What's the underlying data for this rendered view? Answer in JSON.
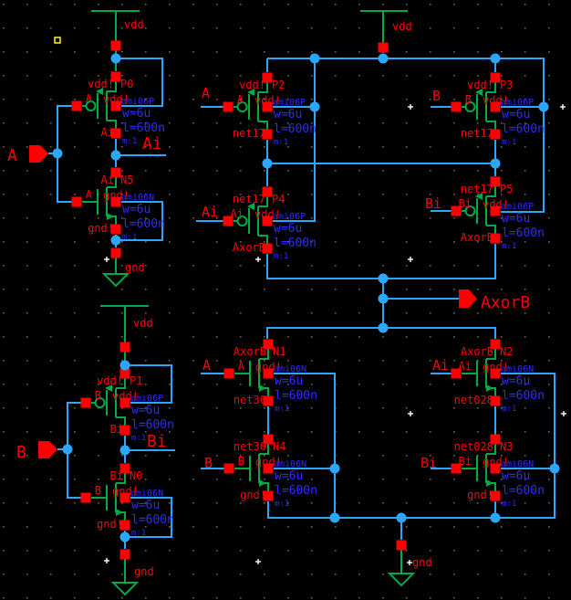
{
  "app": {
    "kind": "schematic-canvas"
  },
  "background": "#000000",
  "colors": {
    "wire": "#2ba7ff",
    "device": "#00aa44",
    "pin": "#ff0000",
    "label": "#ff0000",
    "param": "#2d2dff",
    "grid_dot": "#b9b9b9",
    "marker": "#ffffff",
    "select": "#ffff00"
  },
  "power": {
    "vdd": "vdd",
    "gnd": "gnd"
  },
  "ports": {
    "a": "A",
    "b": "B",
    "out": "AxorB"
  },
  "nets": {
    "ai": "Ai",
    "bi": "Bi"
  },
  "shared_params": {
    "pmos_model": "ami06P",
    "nmos_model": "ami06N",
    "width": "w=6u",
    "length": "l=600n",
    "mult": "m:1"
  },
  "devices": {
    "P0": {
      "inst": "P0",
      "gate": "A",
      "top": "vdd!",
      "bulk": "vdd!",
      "bottom": "Ai"
    },
    "N5": {
      "inst": "N5",
      "gate": "A",
      "top": "Ai",
      "bulk": "gnd!",
      "bottom": "gnd!"
    },
    "P1": {
      "inst": "P1",
      "gate": "B",
      "top": "vdd!",
      "bulk": "vdd!",
      "bottom": "Bi"
    },
    "N0": {
      "inst": "N0",
      "gate": "B",
      "top": "Bi",
      "bulk": "gnd!",
      "bottom": "gnd!"
    },
    "P2": {
      "inst": "P2",
      "gate": "A",
      "top": "vdd!",
      "bulk": "vdd!",
      "bottom": "net17"
    },
    "P4": {
      "inst": "P4",
      "gate": "Ai",
      "top": "net17",
      "bulk": "vdd!",
      "bottom": "AxorB"
    },
    "P3": {
      "inst": "P3",
      "gate": "B",
      "top": "vdd!",
      "bulk": "vdd!",
      "bottom": "net17"
    },
    "P5": {
      "inst": "P5",
      "gate": "Bi",
      "top": "net17",
      "bulk": "vdd!",
      "bottom": "AxorB"
    },
    "N1": {
      "inst": "N1",
      "gate": "A",
      "top": "AxorB",
      "bulk": "gnd!",
      "bottom": "net30"
    },
    "N4": {
      "inst": "N4",
      "gate": "B",
      "top": "net30",
      "bulk": "gnd!",
      "bottom": "gnd!"
    },
    "N2": {
      "inst": "N2",
      "gate": "Ai",
      "top": "AxorB",
      "bulk": "gnd!",
      "bottom": "net028"
    },
    "N3": {
      "inst": "N3",
      "gate": "Bi",
      "top": "net028",
      "bulk": "gnd!",
      "bottom": "gnd!"
    }
  }
}
